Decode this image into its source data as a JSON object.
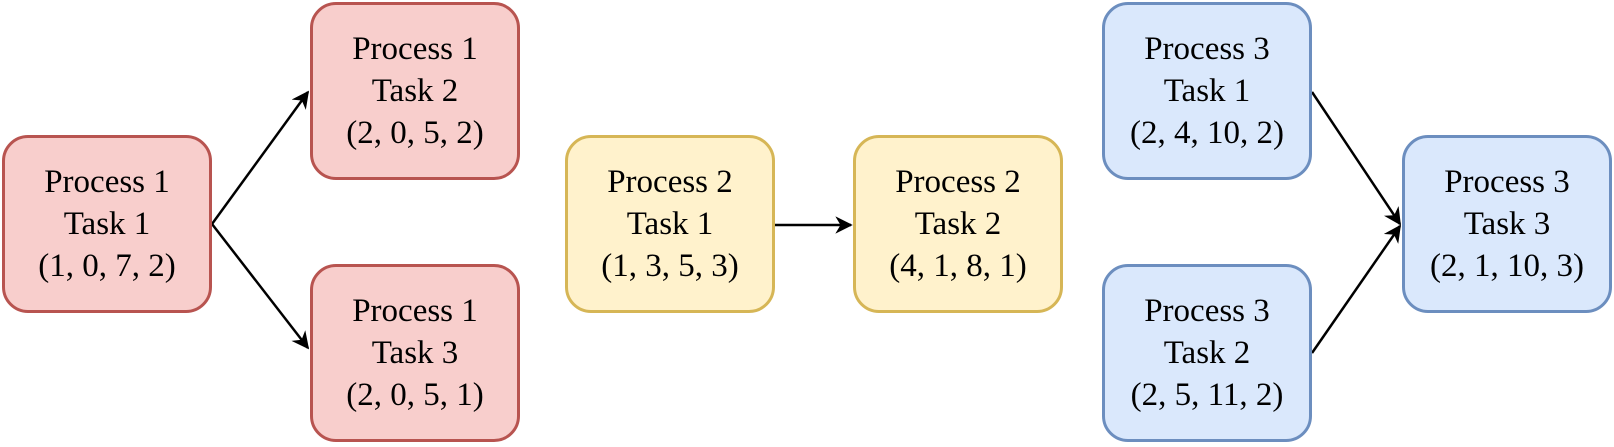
{
  "nodes": {
    "p1t1": {
      "process": "Process 1",
      "task": "Task 1",
      "tuple": "(1, 0, 7, 2)",
      "fill": "#f8cecc",
      "stroke": "#b85450"
    },
    "p1t2": {
      "process": "Process 1",
      "task": "Task 2",
      "tuple": "(2, 0, 5, 2)",
      "fill": "#f8cecc",
      "stroke": "#b85450"
    },
    "p1t3": {
      "process": "Process 1",
      "task": "Task 3",
      "tuple": "(2, 0, 5, 1)",
      "fill": "#f8cecc",
      "stroke": "#b85450"
    },
    "p2t1": {
      "process": "Process 2",
      "task": "Task 1",
      "tuple": "(1, 3, 5, 3)",
      "fill": "#fff2cc",
      "stroke": "#d6b656"
    },
    "p2t2": {
      "process": "Process 2",
      "task": "Task 2",
      "tuple": "(4, 1, 8, 1)",
      "fill": "#fff2cc",
      "stroke": "#d6b656"
    },
    "p3t1": {
      "process": "Process 3",
      "task": "Task 1",
      "tuple": "(2, 4, 10, 2)",
      "fill": "#dae8fc",
      "stroke": "#6c8ebf"
    },
    "p3t2": {
      "process": "Process 3",
      "task": "Task 2",
      "tuple": "(2, 5, 11, 2)",
      "fill": "#dae8fc",
      "stroke": "#6c8ebf"
    },
    "p3t3": {
      "process": "Process 3",
      "task": "Task 3",
      "tuple": "(2, 1, 10, 3)",
      "fill": "#dae8fc",
      "stroke": "#6c8ebf"
    }
  },
  "edges": [
    {
      "from": "p1t1",
      "to": "p1t2"
    },
    {
      "from": "p1t1",
      "to": "p1t3"
    },
    {
      "from": "p2t1",
      "to": "p2t2"
    },
    {
      "from": "p3t1",
      "to": "p3t3"
    },
    {
      "from": "p3t2",
      "to": "p3t3"
    }
  ]
}
